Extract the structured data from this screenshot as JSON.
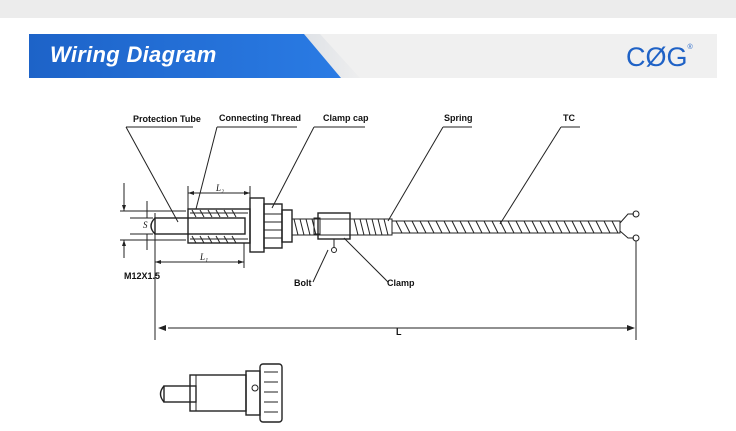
{
  "header": {
    "title": "Wiring Diagram",
    "brand": "CØG",
    "brand_mark": "®"
  },
  "labels": {
    "protection_tube": "Protection Tube",
    "connecting_thread": "Connecting Thread",
    "clamp_cap": "Clamp cap",
    "spring": "Spring",
    "tc": "TC",
    "bolt": "Bolt",
    "clamp": "Clamp",
    "thread_size": "M12X1.5",
    "length": "L",
    "l2": "L₂",
    "l1": "L₁",
    "s": "S"
  },
  "colors": {
    "banner": "#1d63c8",
    "logo": "#1f62c6"
  }
}
